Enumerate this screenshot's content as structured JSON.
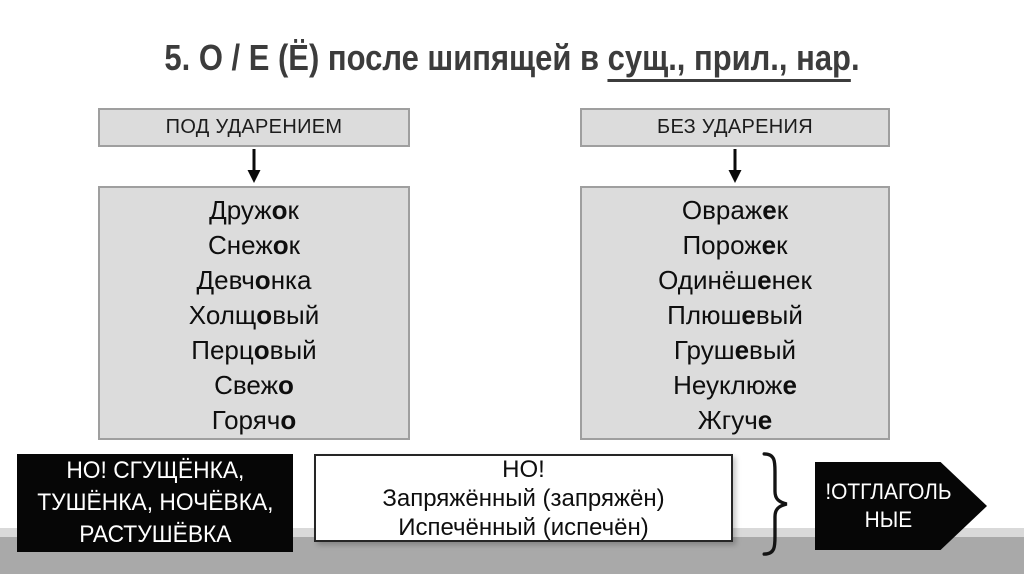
{
  "title": {
    "prefix": "5. О / Е (Ё) после шипящей в ",
    "underlined": "сущ., прил., нар",
    "suffix": "."
  },
  "columns": [
    {
      "id": "stressed",
      "header": "ПОД УДАРЕНИЕМ",
      "words": [
        {
          "pre": "Друж",
          "bold": "о",
          "post": "к"
        },
        {
          "pre": "Снеж",
          "bold": "о",
          "post": "к"
        },
        {
          "pre": "Девч",
          "bold": "о",
          "post": "нка"
        },
        {
          "pre": "Холщ",
          "bold": "о",
          "post": "вый"
        },
        {
          "pre": "Перц",
          "bold": "о",
          "post": "вый"
        },
        {
          "pre": "Свеж",
          "bold": "о",
          "post": ""
        },
        {
          "pre": "Горяч",
          "bold": "о",
          "post": ""
        }
      ]
    },
    {
      "id": "unstressed",
      "header": "БЕЗ УДАРЕНИЯ",
      "words": [
        {
          "pre": "Овраж",
          "bold": "е",
          "post": "к"
        },
        {
          "pre": "Порож",
          "bold": "е",
          "post": "к"
        },
        {
          "pre": "Одинёш",
          "bold": "е",
          "post": "нек"
        },
        {
          "pre": "Плюш",
          "bold": "е",
          "post": "вый"
        },
        {
          "pre": "Груш",
          "bold": "е",
          "post": "вый"
        },
        {
          "pre": "Неуклюж",
          "bold": "е",
          "post": ""
        },
        {
          "pre": "Жгуч",
          "bold": "е",
          "post": ""
        }
      ]
    }
  ],
  "notes": {
    "black": {
      "lines": [
        "НО! СГУЩЁНКА,",
        "ТУШЁНКА, НОЧЁВКА,",
        "РАСТУШЁВКА"
      ]
    },
    "white": {
      "lines": [
        "НО!",
        "Запряжённый (запряжён)",
        "Испечённый (испечён)"
      ]
    },
    "arrow": {
      "lines": [
        "!ОТГЛАГОЛЬ",
        "НЫЕ"
      ]
    }
  },
  "icons": {
    "down_arrow": "down-arrow",
    "curly_brace": "right-curly-brace"
  },
  "colors": {
    "title_color": "#3c3c3c",
    "box_fill": "#dcdcdc",
    "box_border": "#9f9f9f",
    "note_black_bg": "#060606",
    "note_white_bg": "#ffffff",
    "text_dark": "#1c1c1c",
    "text_white": "#ffffff",
    "band_light": "#d9d9d9",
    "band_dark": "#a9a9a9"
  }
}
